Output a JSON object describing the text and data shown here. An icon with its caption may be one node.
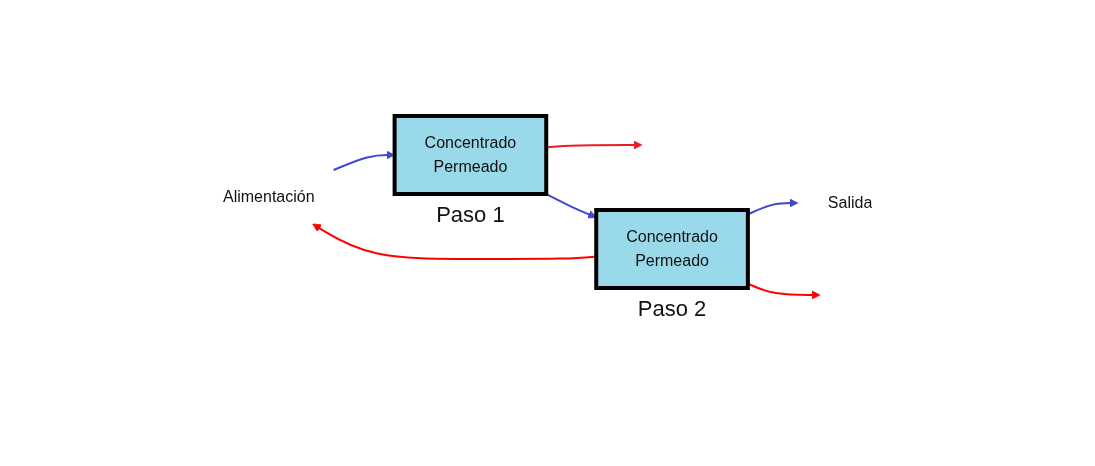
{
  "diagram": {
    "nodes": [
      {
        "text": [
          "Alimentación"
        ]
      },
      {
        "text": [
          "Concentrado",
          "Permeado"
        ],
        "beside": [
          "Paso 1"
        ]
      },
      {
        "text": [
          "Concentrado",
          "Permeado"
        ],
        "beside": [
          "Paso 2"
        ]
      },
      {
        "text": [
          "Salida"
        ]
      }
    ],
    "edges": [
      {
        "from": 0,
        "to": 1,
        "arrow": "to",
        "color": "#3f48cc"
      },
      {
        "from": 1,
        "to": null,
        "arrow": "to",
        "color": "#ed1c24"
      },
      {
        "from": 1,
        "to": 2,
        "arrow": "to",
        "color": "#3f48cc"
      },
      {
        "from": 2,
        "to": 3,
        "arrow": "to",
        "color": "#3f48cc"
      },
      {
        "from": 2,
        "to": null,
        "arrow": "to",
        "color": "#ff0000"
      },
      {
        "from": 2,
        "to": 0,
        "arrow": "to",
        "color": "#ff0000"
      }
    ]
  }
}
